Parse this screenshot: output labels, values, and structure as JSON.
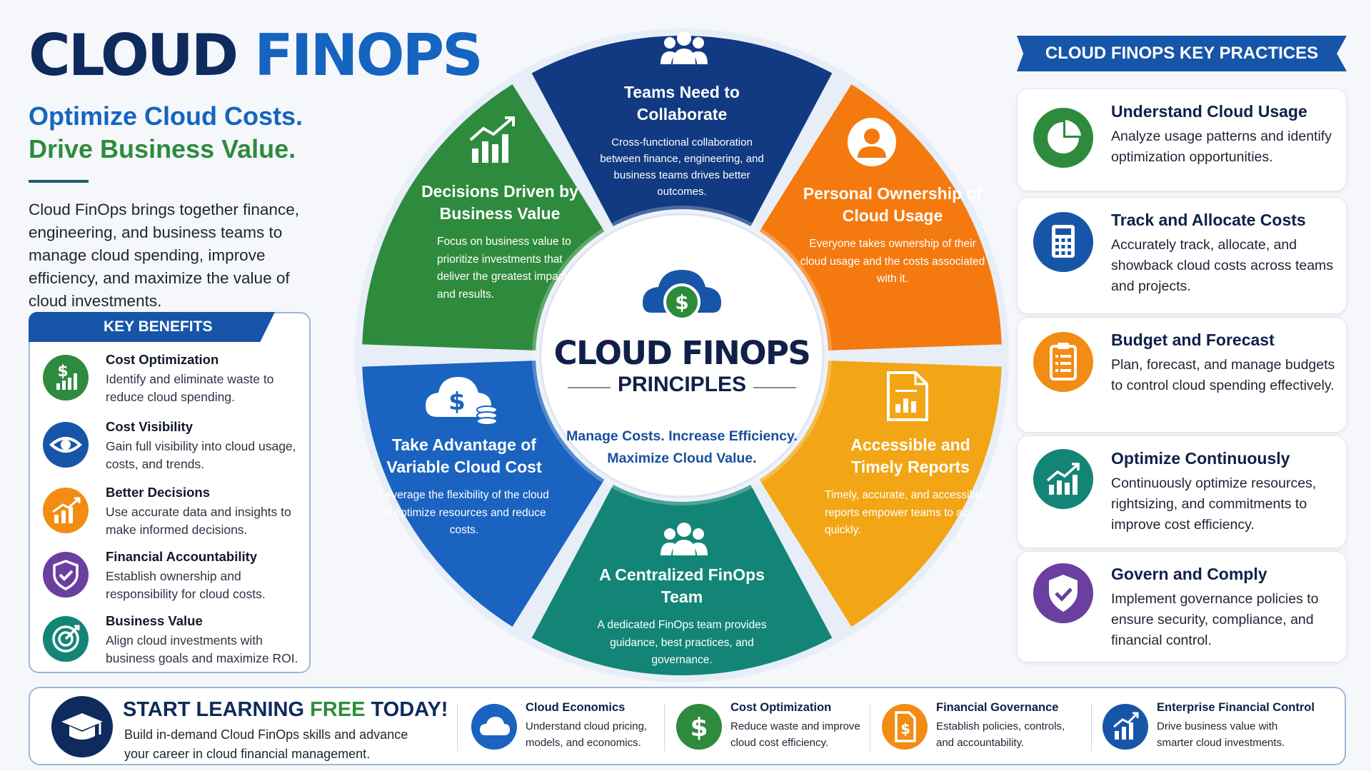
{
  "header": {
    "title_part1": "CLOUD",
    "title_part2": "FINOPS",
    "tagline_line1": "Optimize Cloud Costs.",
    "tagline_line2": "Drive Business Value.",
    "intro": "Cloud FinOps brings together finance, engineering, and business teams to manage cloud spending, improve efficiency, and maximize the value of cloud investments."
  },
  "benefits": {
    "heading": "KEY BENEFITS",
    "items": [
      {
        "title": "Cost Optimization",
        "desc": "Identify and eliminate waste to reduce cloud spending.",
        "icon": "dollar-chart-icon",
        "color": "#2e8b3d"
      },
      {
        "title": "Cost Visibility",
        "desc": "Gain full visibility into cloud usage, costs, and trends.",
        "icon": "eye-icon",
        "color": "#1755a8"
      },
      {
        "title": "Better Decisions",
        "desc": "Use accurate data and insights to make informed decisions.",
        "icon": "bar-chart-icon",
        "color": "#f28c13"
      },
      {
        "title": "Financial Accountability",
        "desc": "Establish ownership and responsibility for cloud costs.",
        "icon": "shield-check-icon",
        "color": "#6a3fa0"
      },
      {
        "title": "Business Value",
        "desc": "Align cloud investments with business goals and maximize ROI.",
        "icon": "target-icon",
        "color": "#138577"
      }
    ]
  },
  "principles": {
    "center_title": "CLOUD FINOPS",
    "center_subtitle": "PRINCIPLES",
    "center_tagline_line1": "Manage Costs. Increase Efficiency.",
    "center_tagline_line2": "Maximize Cloud Value.",
    "segments": [
      {
        "title": "Teams Need to Collaborate",
        "desc": "Cross-functional collaboration between finance, engineering, and business teams drives better outcomes.",
        "color": "#123a82",
        "icon": "people-icon"
      },
      {
        "title": "Personal Ownership of Cloud Usage",
        "desc": "Everyone takes ownership of their cloud usage and the costs associated with it.",
        "color": "#f47a10",
        "icon": "person-icon"
      },
      {
        "title": "Accessible and Timely Reports",
        "desc": "Timely, accurate, and accessible reports empower teams to act quickly.",
        "color": "#f2a616",
        "icon": "report-icon"
      },
      {
        "title": "A Centralized FinOps Team",
        "desc": "A dedicated FinOps team provides guidance, best practices, and governance.",
        "color": "#138577",
        "icon": "team-icon"
      },
      {
        "title": "Take Advantage of Variable Cloud Cost",
        "desc": "Leverage the flexibility of the cloud to optimize resources and reduce costs.",
        "color": "#1a63c0",
        "icon": "cloud-dollar-icon"
      },
      {
        "title": "Decisions Driven by Business Value",
        "desc": "Focus on business value to prioritize investments that deliver the greatest impact and results.",
        "color": "#2e8b3d",
        "icon": "growth-chart-icon"
      }
    ]
  },
  "practices": {
    "heading": "CLOUD FINOPS KEY PRACTICES",
    "items": [
      {
        "title": "Understand Cloud Usage",
        "desc": "Analyze usage patterns and identify optimization opportunities.",
        "icon": "pie-chart-icon",
        "color": "#2e8b3d"
      },
      {
        "title": "Track and Allocate Costs",
        "desc": "Accurately track, allocate, and showback cloud costs across teams and projects.",
        "icon": "calculator-icon",
        "color": "#1755a8"
      },
      {
        "title": "Budget and Forecast",
        "desc": "Plan, forecast, and manage budgets to control cloud spending effectively.",
        "icon": "clipboard-icon",
        "color": "#f28c13"
      },
      {
        "title": "Optimize Continuously",
        "desc": "Continuously optimize resources, rightsizing, and commitments to improve cost efficiency.",
        "icon": "growth-chart-icon",
        "color": "#138577"
      },
      {
        "title": "Govern and Comply",
        "desc": "Implement governance policies to ensure security, compliance, and financial control.",
        "icon": "shield-check-icon",
        "color": "#6a3fa0"
      }
    ]
  },
  "banner": {
    "start_part1": "START LEARNING",
    "start_part2": "FREE",
    "start_part3": "TODAY!",
    "desc": "Build in-demand Cloud FinOps skills and advance your career in cloud financial management.",
    "items": [
      {
        "title": "Cloud Economics",
        "desc": "Understand cloud pricing, models, and economics.",
        "icon": "cloud-icon",
        "color": "#1a63c0"
      },
      {
        "title": "Cost Optimization",
        "desc": "Reduce waste and improve cloud cost efficiency.",
        "icon": "dollar-icon",
        "color": "#2e8b3d"
      },
      {
        "title": "Financial Governance",
        "desc": "Establish policies, controls, and accountability.",
        "icon": "document-dollar-icon",
        "color": "#f28c13"
      },
      {
        "title": "Enterprise Financial Control",
        "desc": "Drive business value with smarter cloud investments.",
        "icon": "bar-chart-icon",
        "color": "#1755a8"
      }
    ]
  }
}
